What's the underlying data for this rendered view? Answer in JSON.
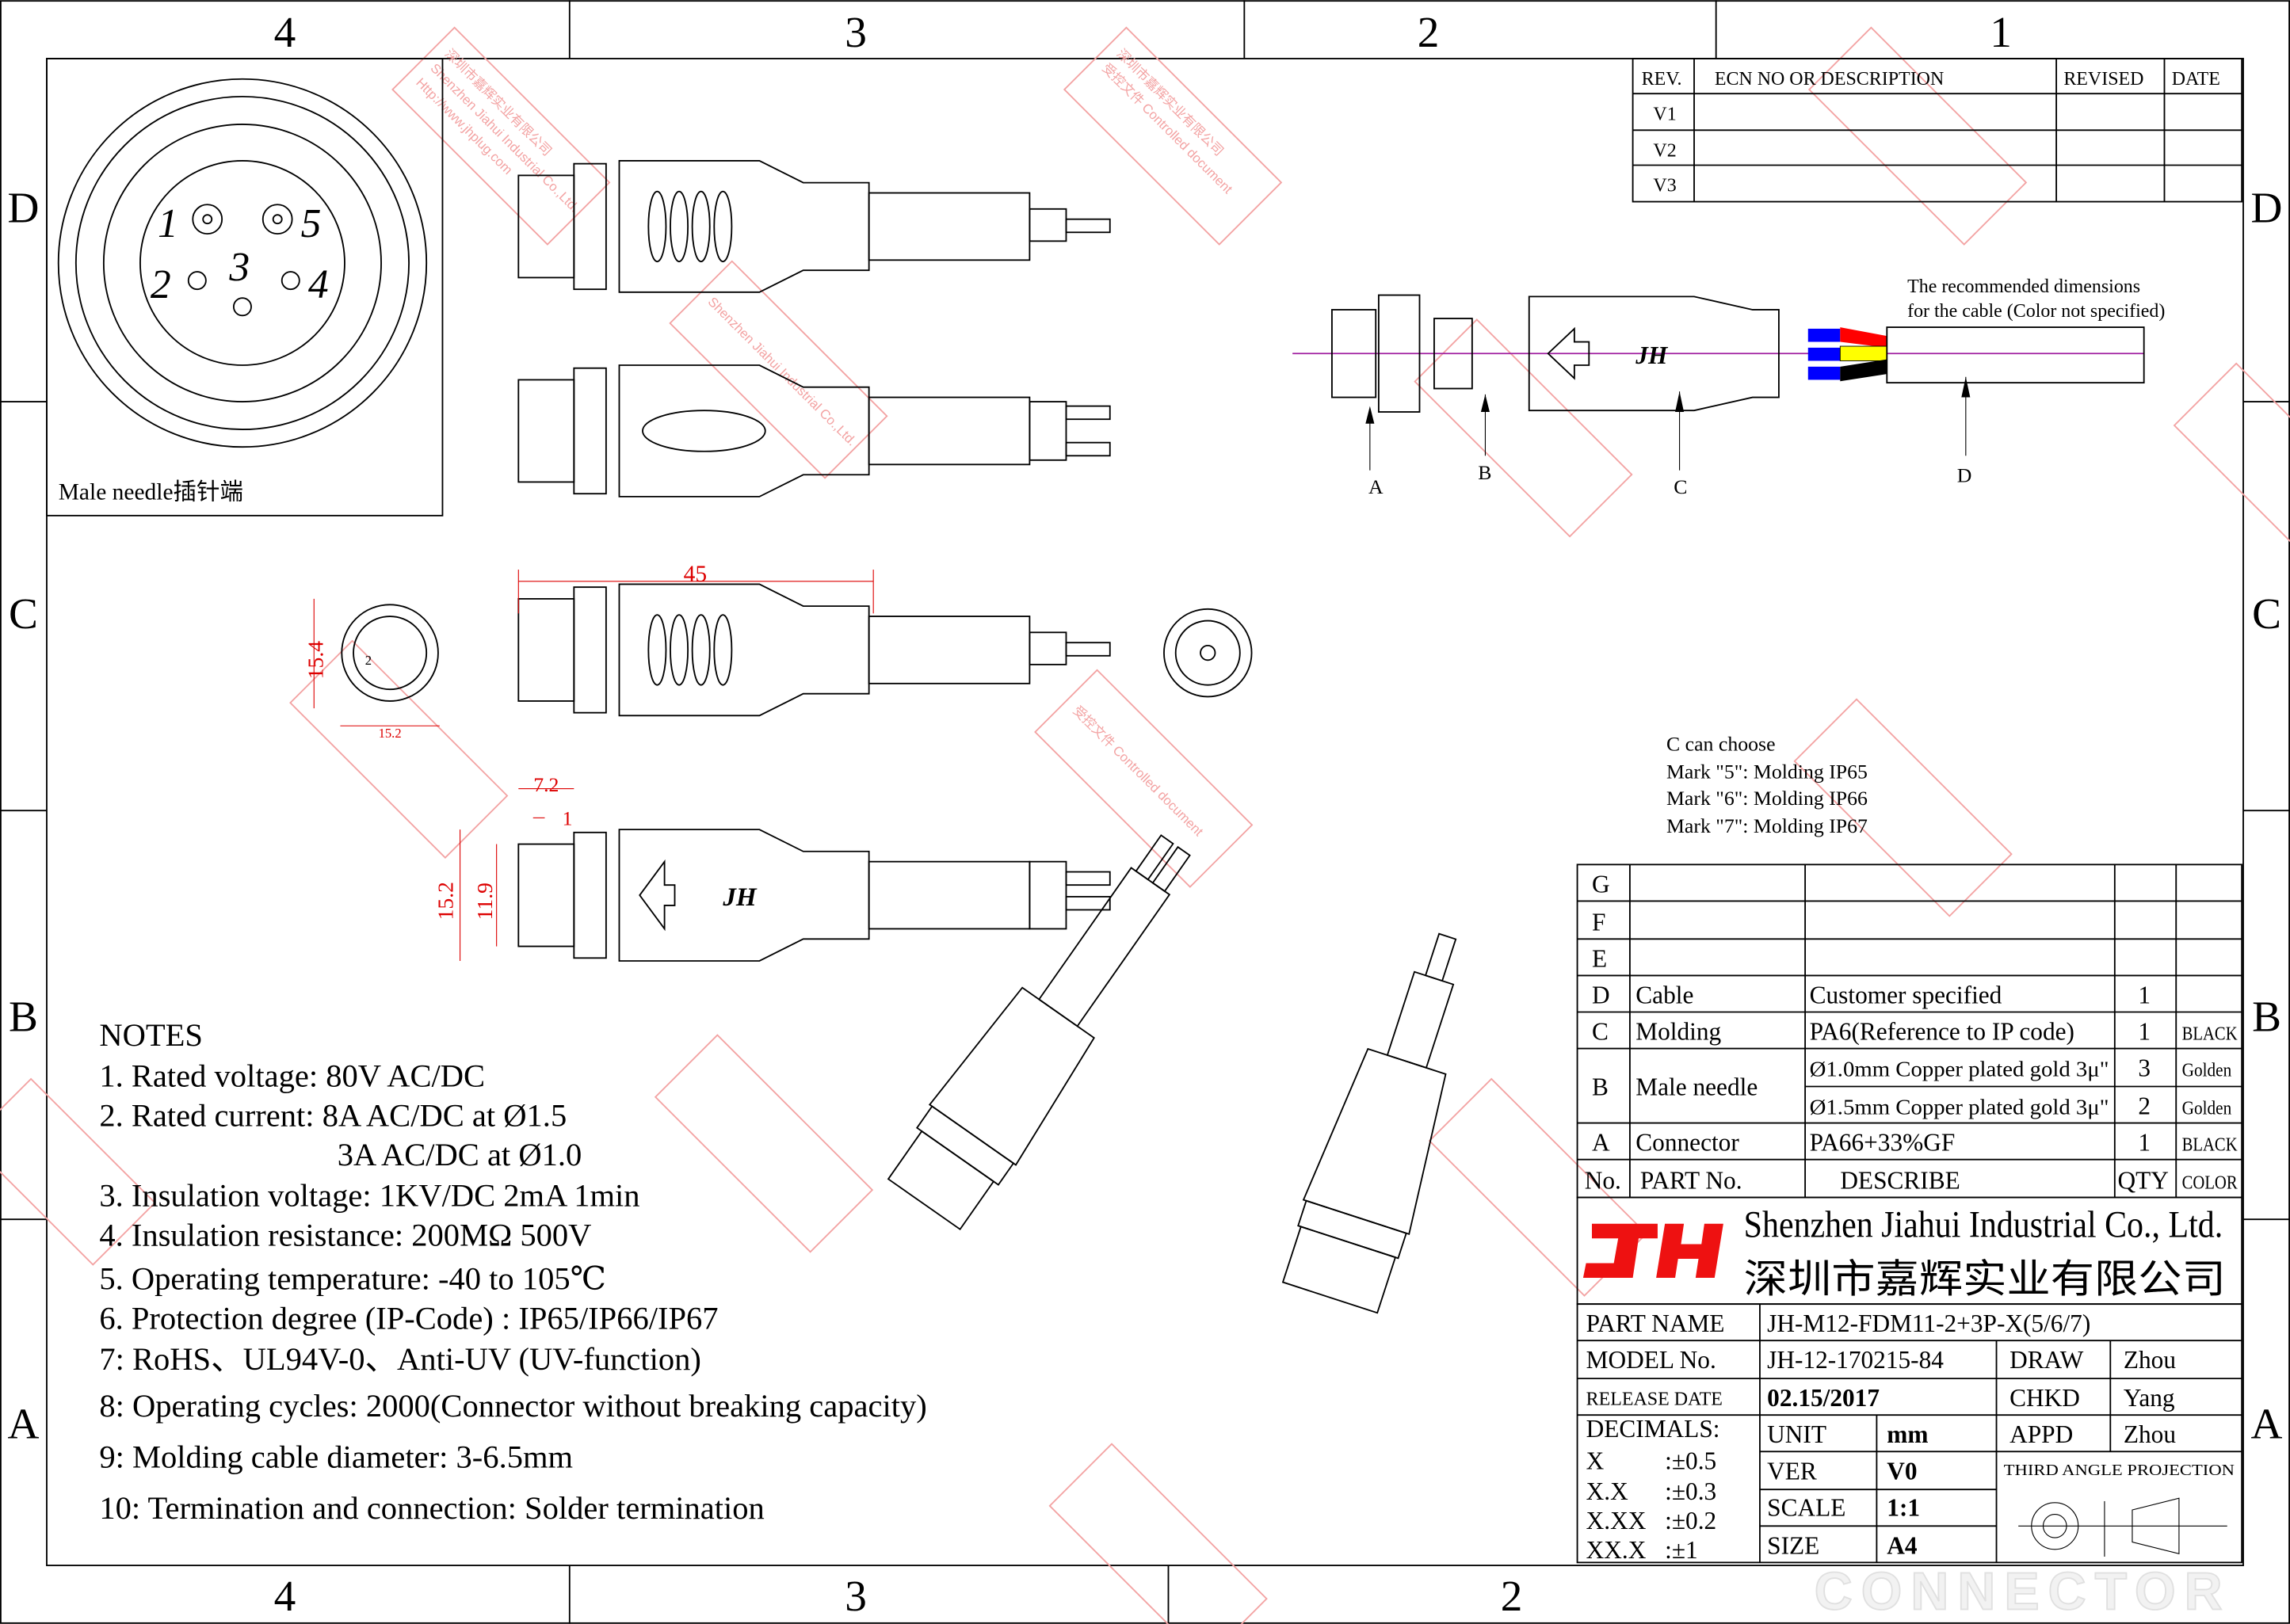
{
  "zones": {
    "columns_top": [
      "4",
      "3",
      "2",
      "1"
    ],
    "columns_bottom": [
      "4",
      "3",
      "2"
    ],
    "rows_left": [
      "D",
      "C",
      "B",
      "A"
    ],
    "rows_right": [
      "D",
      "C",
      "B",
      "A"
    ]
  },
  "revision_table": {
    "headers": [
      "REV.",
      "ECN NO OR DESCRIPTION",
      "REVISED",
      "DATE"
    ],
    "rows": [
      "V1",
      "V2",
      "V3"
    ]
  },
  "face_view": {
    "label": "Male needle插针端",
    "pins": [
      "1",
      "2",
      "3",
      "4",
      "5"
    ]
  },
  "exploded_view": {
    "note_line1": "The recommended dimensions",
    "note_line2": "for the cable (Color not specified)",
    "callouts": [
      "A",
      "B",
      "C",
      "D"
    ],
    "logo_mark": "JH",
    "wire_colors": [
      "#ff0000",
      "#ffff00",
      "#000000",
      "#0000ff"
    ]
  },
  "dimensions": {
    "length": "45",
    "face_height": "15.4",
    "face_width": "15.2",
    "thread_length": "7.2",
    "thread_pitch": "1",
    "outer_dia": "15.2",
    "thread_dia": "11.9"
  },
  "molding_options": {
    "title": "C can choose",
    "lines": [
      "Mark \"5\": Molding IP65",
      "Mark \"6\": Molding IP66",
      "Mark \"7\": Molding IP67"
    ]
  },
  "notes": {
    "title": "NOTES",
    "items": [
      "1. Rated voltage: 80V AC/DC",
      "2. Rated current: 8A AC/DC at Ø1.5",
      "3A AC/DC at Ø1.0",
      "3. Insulation voltage: 1KV/DC 2mA 1min",
      "4. Insulation resistance: 200MΩ 500V",
      "5. Operating temperature: -40 to 105℃",
      "6. Protection degree (IP-Code) : IP65/IP66/IP67",
      "7: RoHS、UL94V-0、Anti-UV (UV-function)",
      "8: Operating cycles: 2000(Connector without breaking capacity)",
      "9: Molding cable diameter: 3-6.5mm",
      "10: Termination and connection: Solder termination"
    ]
  },
  "bom": {
    "headers": {
      "no": "No.",
      "part": "PART No.",
      "describe": "DESCRIBE",
      "qty": "QTY",
      "color": "COLOR"
    },
    "empty_rows": [
      "G",
      "F",
      "E"
    ],
    "rows": [
      {
        "no": "D",
        "part": "Cable",
        "describe": "Customer specified",
        "qty": "1",
        "color": ""
      },
      {
        "no": "C",
        "part": "Molding",
        "describe": "PA6(Reference to IP code)",
        "qty": "1",
        "color": "BLACK"
      },
      {
        "no": "B",
        "part": "Male needle",
        "describe": "Ø1.0mm Copper plated gold 3μ\"",
        "qty": "3",
        "color": "Golden"
      },
      {
        "no": "",
        "part": "",
        "describe": "Ø1.5mm Copper plated gold 3μ\"",
        "qty": "2",
        "color": "Golden"
      },
      {
        "no": "A",
        "part": "Connector",
        "describe": "PA66+33%GF",
        "qty": "1",
        "color": "BLACK"
      }
    ]
  },
  "company": {
    "logo": "JH",
    "name_en": "Shenzhen Jiahui Industrial Co., Ltd.",
    "name_cn": "深圳市嘉辉实业有限公司",
    "brand_color": "#ee1111"
  },
  "title_block": {
    "part_name_label": "PART NAME",
    "part_name": "JH-M12-FDM11-2+3P-X(5/6/7)",
    "model_label": "MODEL No.",
    "model": "JH-12-170215-84",
    "release_label": "RELEASE DATE",
    "release_date": "02.15/2017",
    "draw_label": "DRAW",
    "draw": "Zhou",
    "chkd_label": "CHKD",
    "chkd": "Yang",
    "appd_label": "APPD",
    "appd": "Zhou",
    "decimals_label": "DECIMALS:",
    "tolerances": [
      {
        "k": "X",
        "v": ":±0.5"
      },
      {
        "k": "X.X",
        "v": ":±0.3"
      },
      {
        "k": "X.XX",
        "v": ":±0.2"
      },
      {
        "k": "XX.X",
        "v": ":±1"
      }
    ],
    "unit_label": "UNIT",
    "unit": "mm",
    "ver_label": "VER",
    "ver": "V0",
    "scale_label": "SCALE",
    "scale": "1:1",
    "size_label": "SIZE",
    "size": "A4",
    "projection": "THIRD ANGLE PROJECTION"
  },
  "watermark": {
    "line1": "深圳市嘉辉实业有限公司",
    "line2": "Shenzhen Jiahui Industrial Co.,Ltd.",
    "line3": "受控文件 Controlled document",
    "line4": "Http://www.jhplug.com",
    "footer_brand": "CONNECTOR"
  }
}
